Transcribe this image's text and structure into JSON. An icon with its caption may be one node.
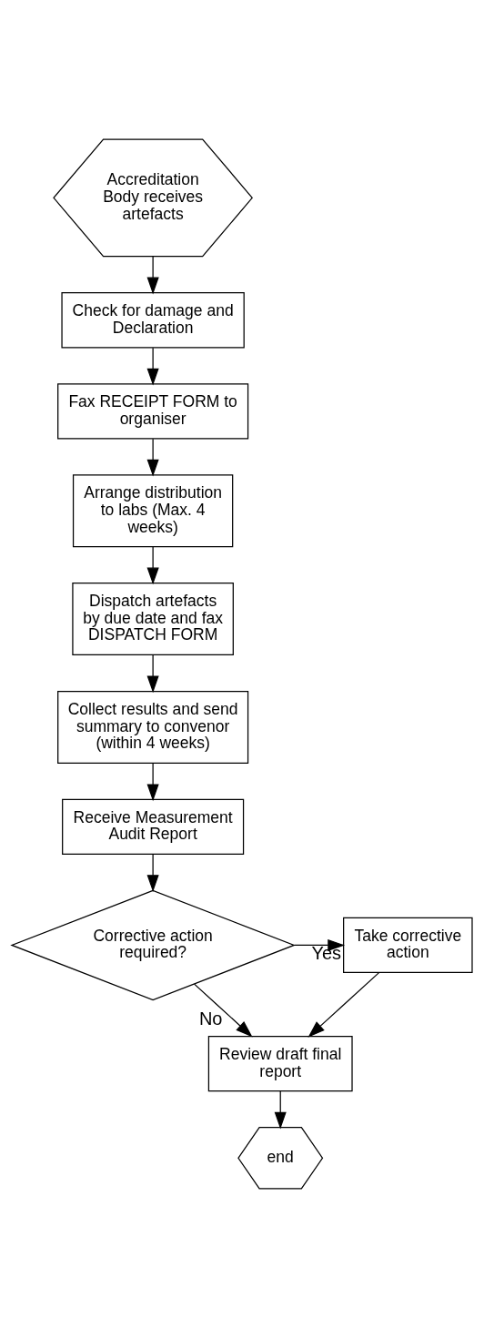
{
  "diagram": {
    "nodes": [
      {
        "text": [
          "Accreditation Body receives artefacts"
        ]
      },
      {
        "text": [
          "Check for damage and Declaration"
        ]
      },
      {
        "text": [
          "Fax RECEIPT FORM to organiser"
        ]
      },
      {
        "text": [
          "Arrange distribution to labs (Max. 4 weeks)"
        ]
      },
      {
        "text": [
          "Dispatch artefacts by due date and fax DISPATCH FORM"
        ]
      },
      {
        "text": [
          "Collect results and send summary to convenor (within 4 weeks)"
        ]
      },
      {
        "text": [
          "Receive Measurement Audit Report"
        ]
      },
      {
        "text": [
          "Corrective action required?"
        ]
      },
      {
        "text": [
          "Take corrective action"
        ]
      },
      {
        "text": [
          "Review draft final report"
        ]
      },
      {
        "text": [
          "end"
        ]
      }
    ],
    "edges": [
      {
        "from": 0,
        "to": 1,
        "arrow": "to"
      },
      {
        "from": 1,
        "to": 2,
        "arrow": "to"
      },
      {
        "from": 2,
        "to": 3,
        "arrow": "to"
      },
      {
        "from": 3,
        "to": 4,
        "arrow": "to"
      },
      {
        "from": 4,
        "to": 5,
        "arrow": "to"
      },
      {
        "from": 5,
        "to": 6,
        "arrow": "to"
      },
      {
        "from": 6,
        "to": 7,
        "arrow": "to"
      },
      {
        "from": 7,
        "to": 8,
        "label": "Yes",
        "arrow": "to"
      },
      {
        "from": 7,
        "to": 9,
        "label": "No",
        "arrow": "to"
      },
      {
        "from": 8,
        "to": 9,
        "arrow": "to"
      },
      {
        "from": 9,
        "to": 10,
        "arrow": "to"
      }
    ]
  }
}
